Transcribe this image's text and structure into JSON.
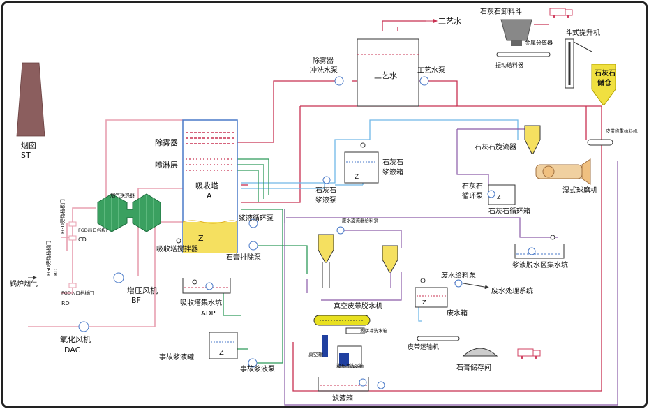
{
  "labels": {
    "chimney": "烟囱",
    "chimney_code": "ST",
    "flue_gas_in": "锅炉烟气",
    "fgd_outlet_damper": "FGD出口档板门",
    "fgd_outlet_code": "CD",
    "fgd_bypass_damper": "FGD旁路档板门",
    "fgd_bypass_code": "BD",
    "fgd_inlet_damper": "FGD入口档板门",
    "fgd_inlet_code": "RD",
    "ggh": "烟气换热器",
    "booster_fan": "增压风机",
    "booster_fan_code": "BF",
    "oxidation_fan": "氧化风机",
    "oxidation_fan_code": "DAC",
    "demister": "除雾器",
    "spray_layer": "喷淋层",
    "absorber": "吸收塔",
    "absorber_code": "A",
    "absorber_agitator": "吸收塔搅拌器",
    "slurry_circ_pump": "浆液循环泵",
    "gypsum_discharge_pump": "石膏排除泵",
    "absorber_sump": "吸收塔集水坑",
    "absorber_sump_code": "ADP",
    "emergency_tank": "事故浆液罐",
    "emergency_pump": "事故浆液泵",
    "demister_wash_pump_1": "除雾器",
    "demister_wash_pump_2": "冲洗水泵",
    "process_water_tank": "工艺水",
    "process_water_pump": "工艺水泵",
    "process_water_out": "工艺水",
    "limestone_unload_hopper": "石灰石卸料斗",
    "metal_separator": "金属分离器",
    "vibrating_feeder": "振动给料器",
    "bucket_elevator": "斗式提升机",
    "limestone_silo_1": "石灰石",
    "limestone_silo_2": "储仓",
    "belt_weigh_feeder": "皮带称重给料机",
    "limestone_cyclone": "石灰石旋流器",
    "wet_ball_mill": "湿式球磨机",
    "limestone_circ_pump_1": "石灰石",
    "limestone_circ_pump_2": "循环泵",
    "limestone_circ_tank": "石灰石循环箱",
    "limestone_slurry_tank_1": "石灰石",
    "limestone_slurry_tank_2": "浆液箱",
    "limestone_slurry_pump_1": "石灰石",
    "limestone_slurry_pump_2": "浆液泵",
    "wastewater_cyclone_feed_pump": "废水旋流器给料泵",
    "slurry_dewater_sump": "浆液脱水区集水坑",
    "wastewater_feed_pump": "废水给料泵",
    "wastewater_treatment": "废水处理系统",
    "wastewater_tank": "废水箱",
    "vacuum_belt_filter": "真空皮带脱水机",
    "filter_cloth_wash_tank": "滤饼冲洗水箱",
    "vacuum_tank": "真空罐",
    "cloth_wash_tank": "滤布冲洗水箱",
    "belt_conveyor": "皮带运输机",
    "gypsum_storage": "石膏储存间",
    "filtrate_tank": "滤液箱"
  },
  "colors": {
    "gas": "#e8a0b0",
    "slurry": "#c83050",
    "water": "#70b8e8",
    "green": "#2e9a5a",
    "purple": "#8a5aa8",
    "slurry_fill": "#f5e060",
    "ggh_fill": "#3aa060",
    "silo_fill": "#f0e040",
    "chimney_fill": "#8b5e5e"
  }
}
